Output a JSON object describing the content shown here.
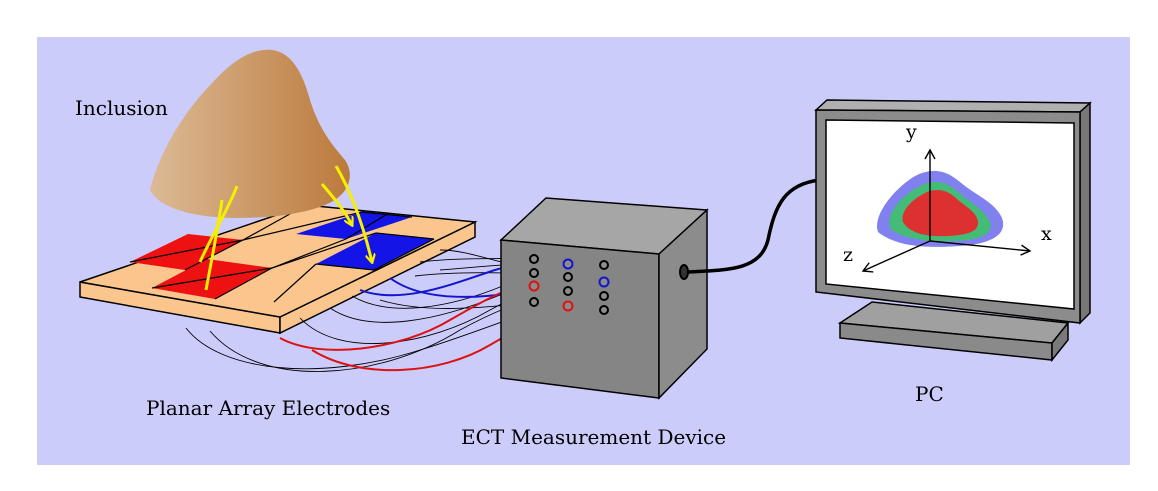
{
  "labels": {
    "inclusion": "Inclusion",
    "planar_array": "Planar Array Electrodes",
    "ect_device": "ECT Measurement Device",
    "pc": "PC"
  },
  "axes": {
    "x": "x",
    "y": "y",
    "z": "z"
  },
  "colors": {
    "background": "#ccccfb",
    "electrode_pad": "#fbc68e",
    "electrode_active_red": "#ee1111",
    "electrode_active_blue": "#1414e6",
    "inclusion_light": "#d9b48c",
    "inclusion_dark": "#bd7e42",
    "field_lines": "#f5f000",
    "device_body": "#8c8c8c",
    "reconstruction_outer": "#8080ee",
    "reconstruction_middle": "#44bb77",
    "reconstruction_inner": "#dd3030"
  }
}
